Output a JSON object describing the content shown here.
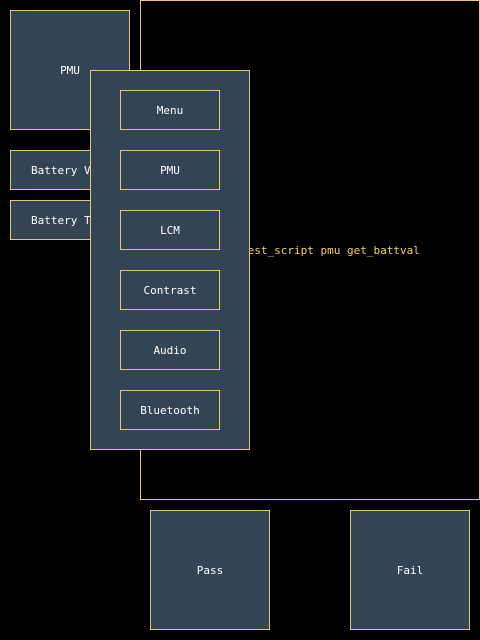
{
  "left_column": {
    "pmu_tile": "PMU",
    "battery_voltage": "Battery Voltage",
    "battery_temp": "Battery Temp"
  },
  "console": {
    "line": "test_script pmu get_battval"
  },
  "menu": {
    "items": [
      {
        "label": "Menu"
      },
      {
        "label": "PMU"
      },
      {
        "label": "LCM"
      },
      {
        "label": "Contrast"
      },
      {
        "label": "Audio"
      },
      {
        "label": "Bluetooth"
      }
    ]
  },
  "actions": {
    "pass_label": "Pass",
    "fail_label": "Fail"
  },
  "colors": {
    "tile_bg": "#334455",
    "border": "#e6c77a",
    "console_text": "#f3d26b",
    "background": "#000000"
  }
}
